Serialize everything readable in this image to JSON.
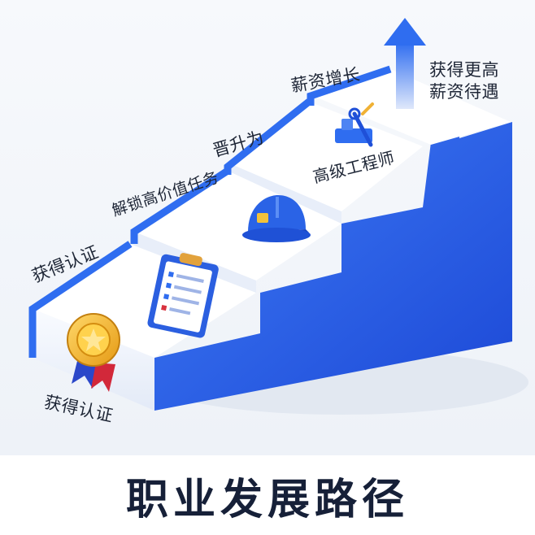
{
  "steps": {
    "step1_top_label": "获得认证",
    "step1_icon_label": "获得认证",
    "step2_label": "解锁高价值任务",
    "step3_label": "晋升为",
    "step3_icon_label": "高级工程师",
    "step4_label": "薪资增长",
    "goal_line1": "获得更高",
    "goal_line2": "薪资待遇"
  },
  "footer": {
    "title": "职业发展路径"
  },
  "icons": [
    "medal-icon",
    "clipboard-icon",
    "hardhat-icon",
    "engineer-tools-icon",
    "up-arrow-icon"
  ],
  "colors": {
    "stair_blue": "#2f6df0",
    "stair_side": "#1f50d8",
    "tread": "#f4f7fd",
    "text": "#1d2535"
  }
}
